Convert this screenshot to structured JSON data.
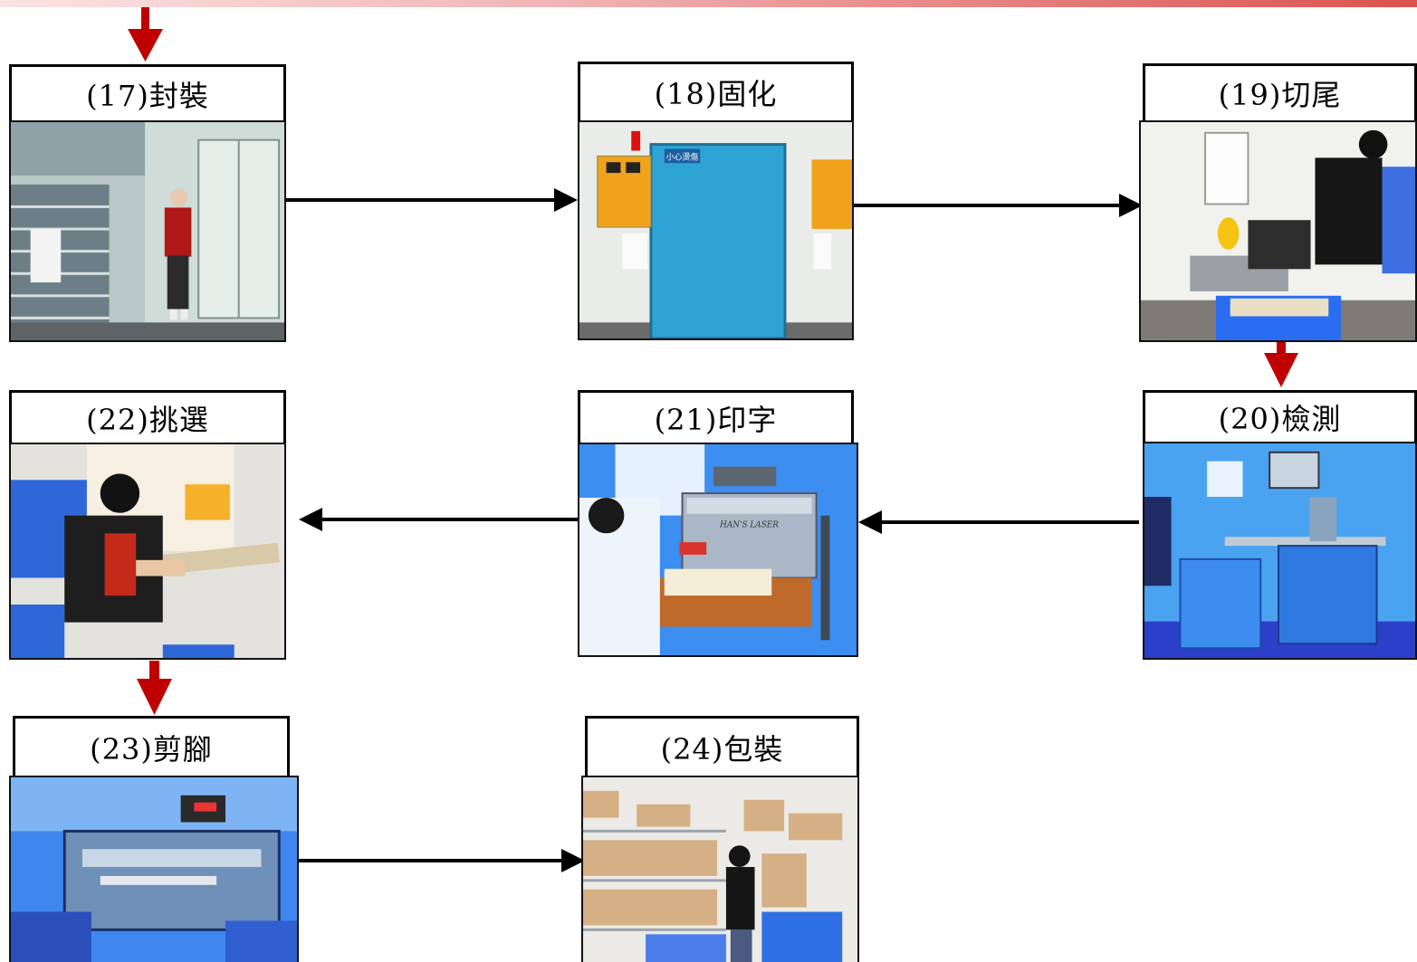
{
  "steps": [
    {
      "id": "17",
      "label": "(17)封裝"
    },
    {
      "id": "18",
      "label": "(18)固化"
    },
    {
      "id": "19",
      "label": "(19)切尾"
    },
    {
      "id": "20",
      "label": "(20)檢測"
    },
    {
      "id": "21",
      "label": "(21)印字"
    },
    {
      "id": "22",
      "label": "(22)挑選"
    },
    {
      "id": "23",
      "label": "(23)剪腳"
    },
    {
      "id": "24",
      "label": "(24)包裝"
    }
  ],
  "photo_text": {
    "warning_sign": "小心燙傷",
    "laser_brand": "HAN'S LASER"
  },
  "colors": {
    "red_arrow": "#c00000",
    "black_arrow": "#000000",
    "frame": "#000000"
  }
}
